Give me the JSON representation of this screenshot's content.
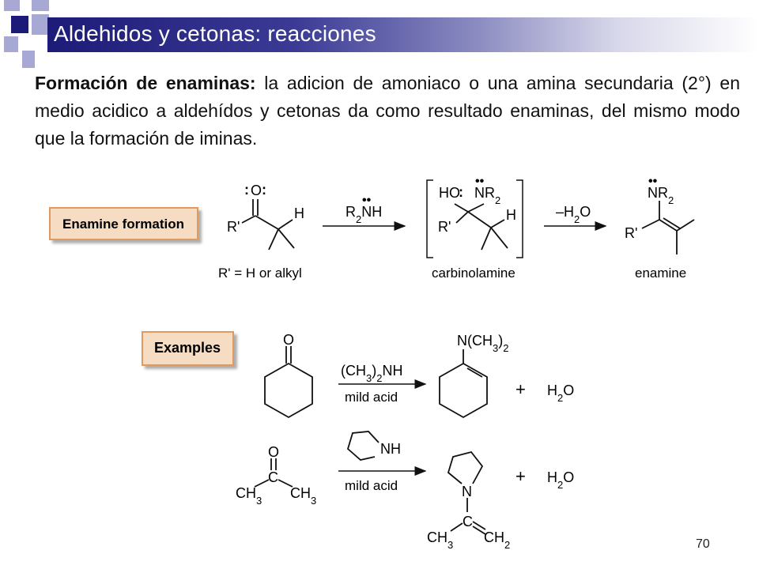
{
  "slide": {
    "title": "Aldehidos y cetonas: reacciones",
    "intro_bold": "Formación de enaminas:",
    "intro_text": " la adicion de amoniaco o una amina secundaria (2°) en medio acidico a aldehídos y cetonas da como resultado enaminas, del mismo modo que la formación de iminas.",
    "page_number": "70"
  },
  "enamine_scheme": {
    "box_label": "Enamine formation",
    "reactant_r": "R'",
    "reactant_h": "H",
    "reactant_o": "O",
    "reactant_caption": "R' = H or alkyl",
    "reagent_r": "R",
    "reagent_sub": "2",
    "reagent_nh": "NH",
    "int_ho": "HO",
    "int_n": "NR",
    "int_n_sub": "2",
    "int_r": "R'",
    "int_h": "H",
    "int_caption": "carbinolamine",
    "step2_minus": "–H",
    "step2_sub": "2",
    "step2_o": "O",
    "prod_n": "NR",
    "prod_n_sub": "2",
    "prod_r": "R'",
    "prod_caption": "enamine"
  },
  "examples": {
    "box_label": "Examples",
    "ex1": {
      "ketone_o": "O",
      "amine_a": "(CH",
      "amine_sub1": "3",
      "amine_b": ")",
      "amine_sub2": "2",
      "amine_c": "NH",
      "condition": "mild acid",
      "product_a": "N(CH",
      "product_sub1": "3",
      "product_b": ")",
      "product_sub2": "2",
      "plus": "+",
      "water_h": "H",
      "water_sub": "2",
      "water_o": "O"
    },
    "ex2": {
      "acetone_o": "O",
      "acetone_c": "C",
      "ch3_left": "CH",
      "ch3_left_sub": "3",
      "ch3_right": "CH",
      "ch3_right_sub": "3",
      "amine_label": "NH",
      "condition": "mild acid",
      "product_n": "N",
      "product_c": "C",
      "product_ch3": "CH",
      "product_ch3_sub": "3",
      "product_ch2": "CH",
      "product_ch2_sub": "2",
      "plus": "+",
      "water_h": "H",
      "water_sub": "2",
      "water_o": "O"
    }
  },
  "colors": {
    "title_bar_start": "#1c1c78",
    "square_dark": "#1c1c78",
    "square_light": "#a8a8d4",
    "label_box_fill": "#f5dcc2",
    "label_box_border": "#e09a5e",
    "chem_line": "#111111"
  }
}
